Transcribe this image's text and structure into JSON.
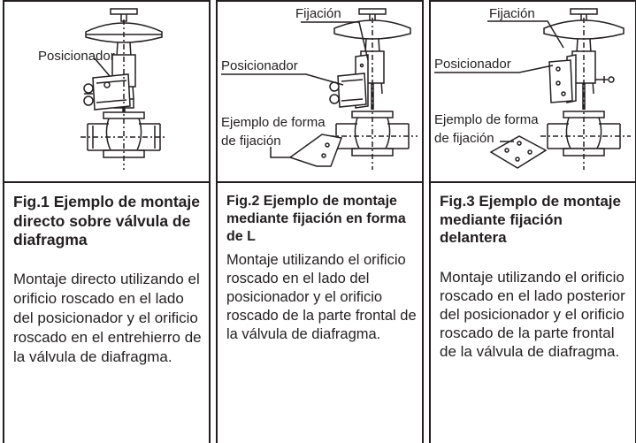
{
  "panels": [
    {
      "label_positioner": "Posicionador",
      "caption": "Fig.1 Ejemplo de montaje directo sobre válvula de diafragma",
      "description": "Montaje directo utilizando el orificio roscado en el lado del posicionador y el orificio roscado en el entrehierro de la válvula de diafragma."
    },
    {
      "label_fixing": "Fijación",
      "label_positioner": "Posicionador",
      "label_example_1": "Ejemplo de forma",
      "label_example_2": "de fijación",
      "caption": "Fig.2 Ejemplo de montaje mediante fijación en forma de L",
      "description": "Montaje utilizando el orificio roscado en el lado del posicionador y el orificio roscado de la parte frontal de la válvula de diafragma."
    },
    {
      "label_fixing": "Fijación",
      "label_positioner": "Posicionador",
      "label_example_1": "Ejemplo de forma",
      "label_example_2": "de fijación",
      "caption": "Fig.3 Ejemplo de montaje mediante fijación delantera",
      "description": "Montaje utilizando el orificio roscado en el lado posterior del posicionador y el orificio roscado de la parte frontal de la válvula de diafragma."
    }
  ]
}
